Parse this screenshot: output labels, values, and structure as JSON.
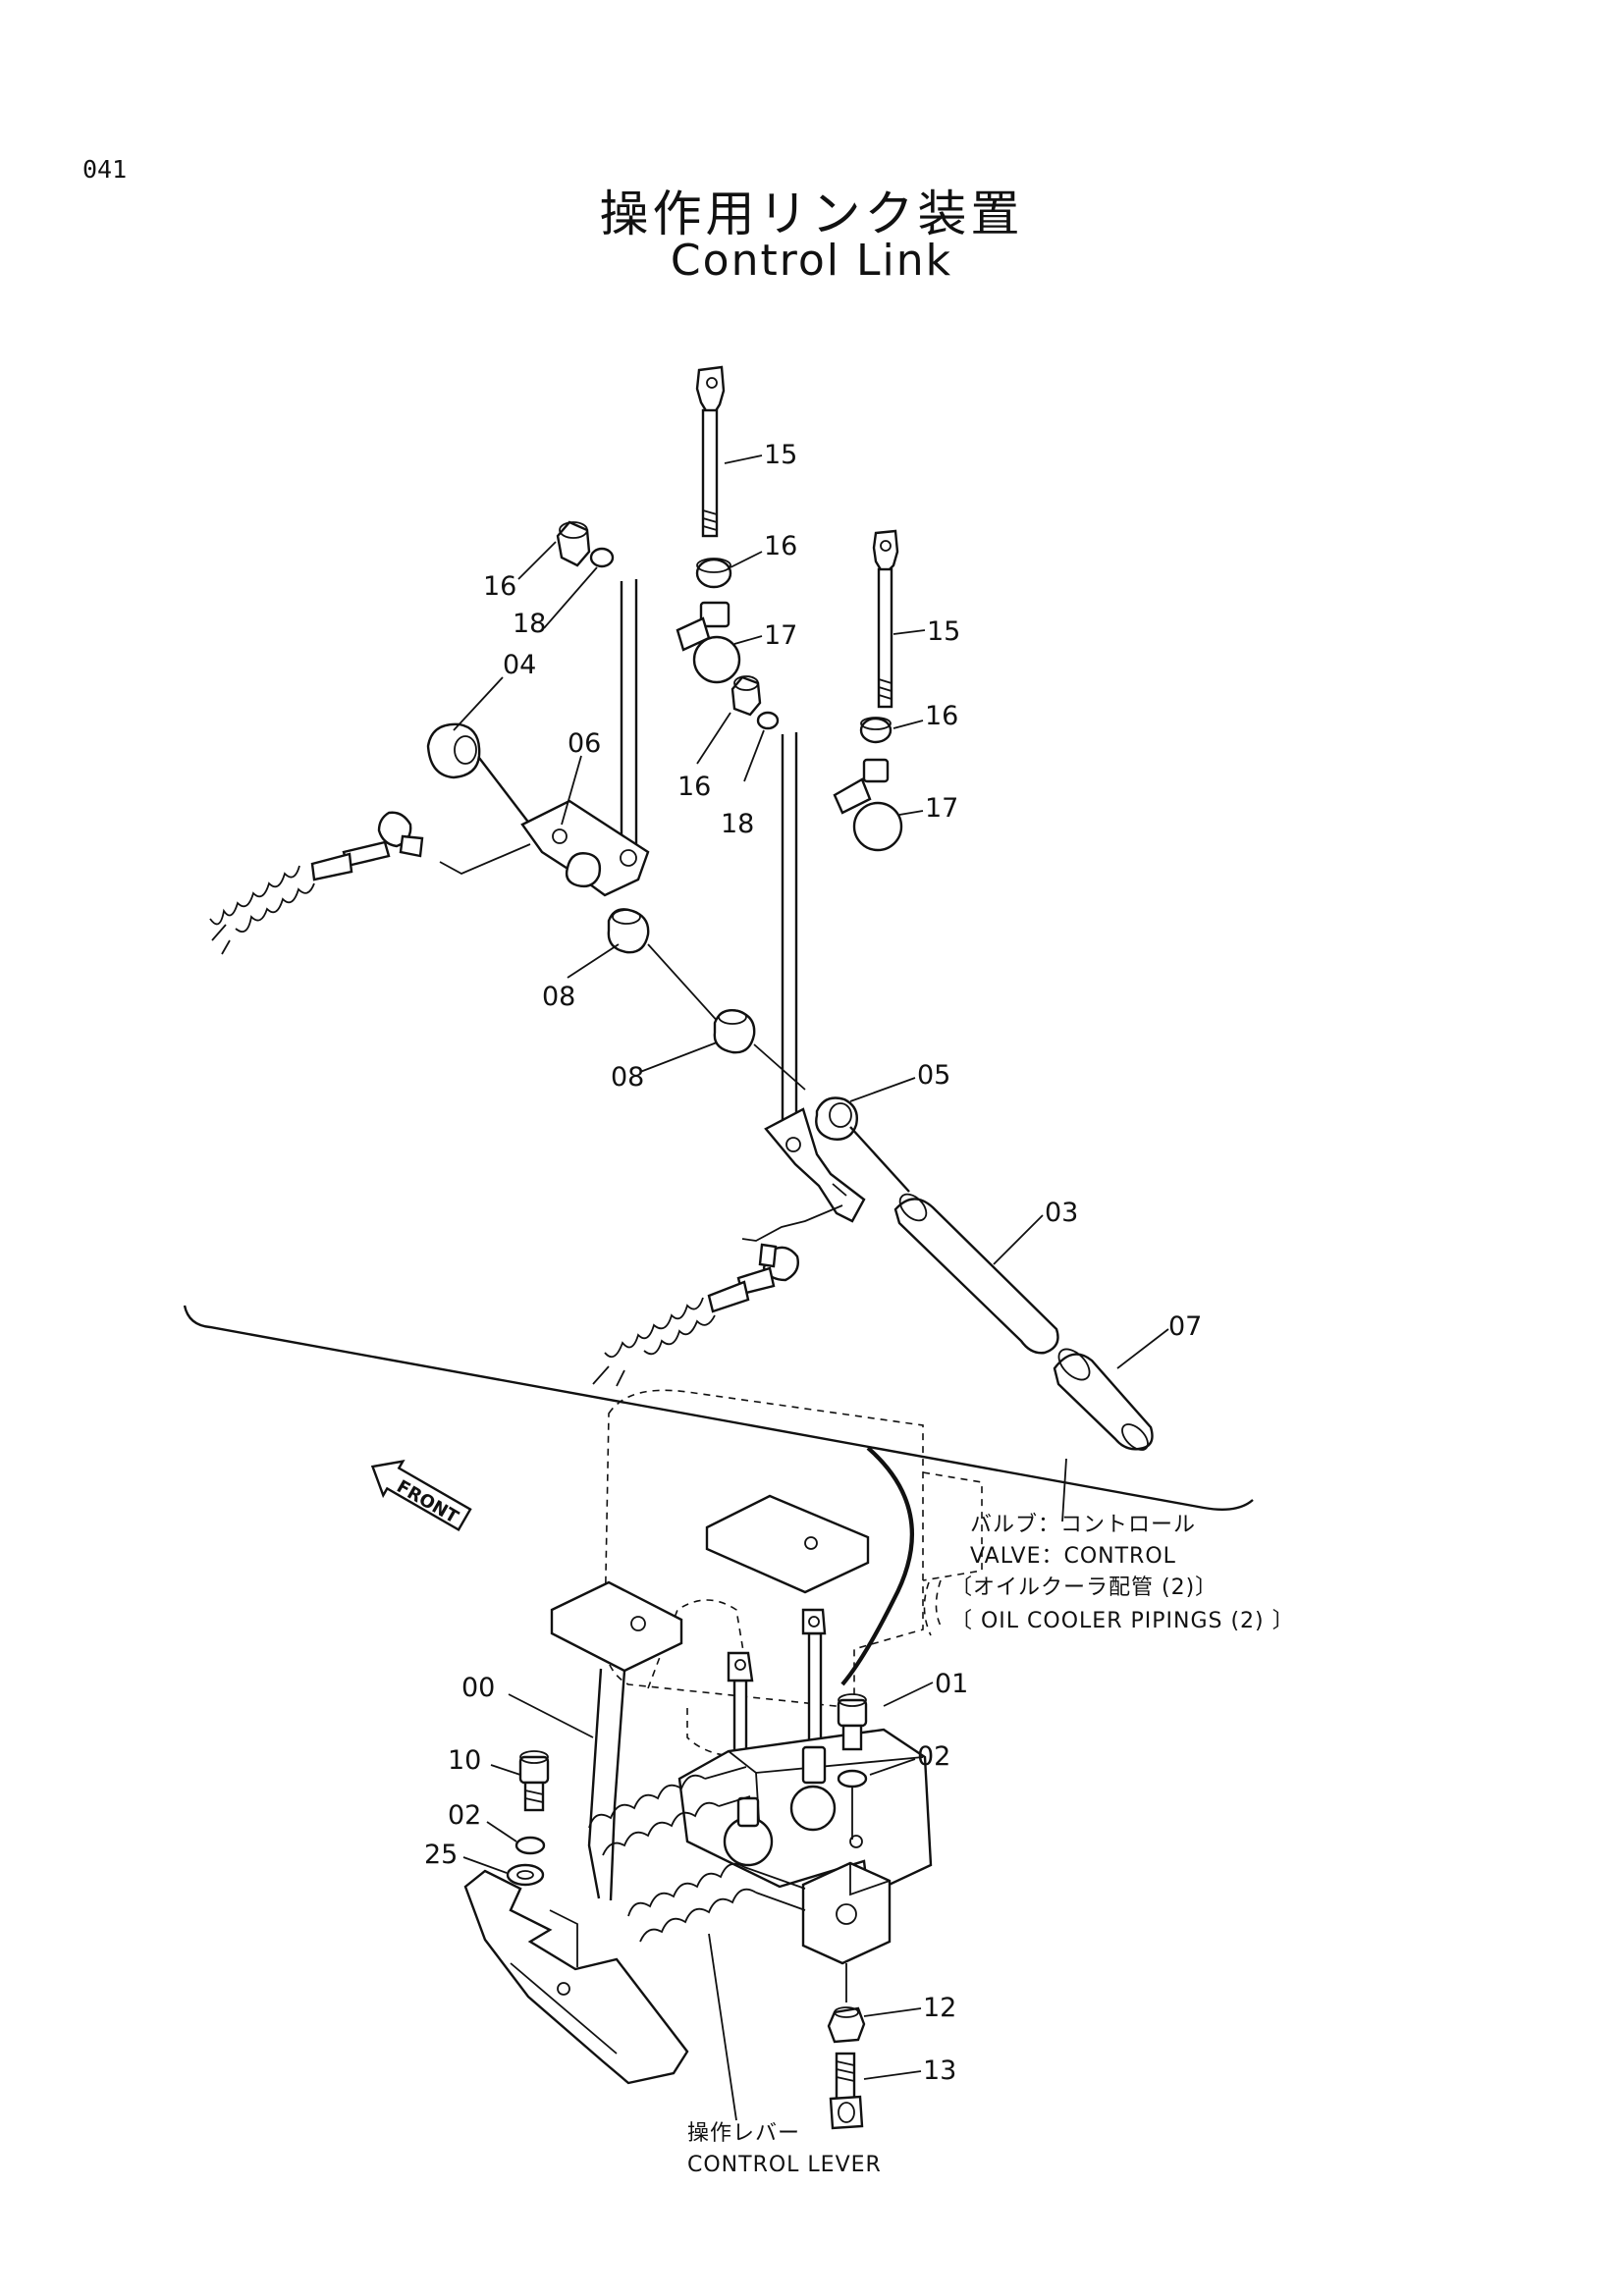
{
  "page_number": "041",
  "title": {
    "japanese": "操作用リンク装置",
    "english": "Control Link"
  },
  "callouts": [
    {
      "id": "c15a",
      "label": "15"
    },
    {
      "id": "c16a",
      "label": "16"
    },
    {
      "id": "c16b",
      "label": "16"
    },
    {
      "id": "c18a",
      "label": "18"
    },
    {
      "id": "c17a",
      "label": "17"
    },
    {
      "id": "c04",
      "label": "04"
    },
    {
      "id": "c15b",
      "label": "15"
    },
    {
      "id": "c16c",
      "label": "16"
    },
    {
      "id": "c16d",
      "label": "16"
    },
    {
      "id": "c18b",
      "label": "18"
    },
    {
      "id": "c17b",
      "label": "17"
    },
    {
      "id": "c06",
      "label": "06"
    },
    {
      "id": "c08a",
      "label": "08"
    },
    {
      "id": "c08b",
      "label": "08"
    },
    {
      "id": "c05",
      "label": "05"
    },
    {
      "id": "c03",
      "label": "03"
    },
    {
      "id": "c07",
      "label": "07"
    },
    {
      "id": "c00",
      "label": "00"
    },
    {
      "id": "c01",
      "label": "01"
    },
    {
      "id": "c02a",
      "label": "02"
    },
    {
      "id": "c10",
      "label": "10"
    },
    {
      "id": "c02b",
      "label": "02"
    },
    {
      "id": "c25",
      "label": "25"
    },
    {
      "id": "c12",
      "label": "12"
    },
    {
      "id": "c13",
      "label": "13"
    }
  ],
  "front_arrow_label": "FRONT",
  "notes": {
    "valve_jp": "バルブ：コントロール",
    "valve_en": "VALVE：CONTROL",
    "cooler_jp": "〔オイルクーラ配管 (2)〕",
    "cooler_en": "〔 OIL COOLER PIPINGS (2) 〕",
    "lever_jp": "操作レバー",
    "lever_en": "CONTROL LEVER"
  }
}
